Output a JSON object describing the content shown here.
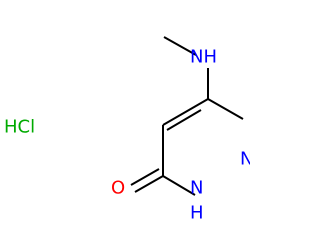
{
  "molecule": {
    "atoms": {
      "nh": {
        "text": "NH",
        "color": "#0000ff"
      },
      "n_ring": {
        "text": "N",
        "color": "#0000ff"
      },
      "n_ring_h": {
        "text": "N",
        "color": "#0000ff"
      },
      "h": {
        "text": "H",
        "color": "#0000ff"
      },
      "o": {
        "text": "O",
        "color": "#ff0000"
      }
    },
    "salt": {
      "text": "HCl",
      "color": "#00aa00"
    },
    "bond_color": "#000000"
  }
}
